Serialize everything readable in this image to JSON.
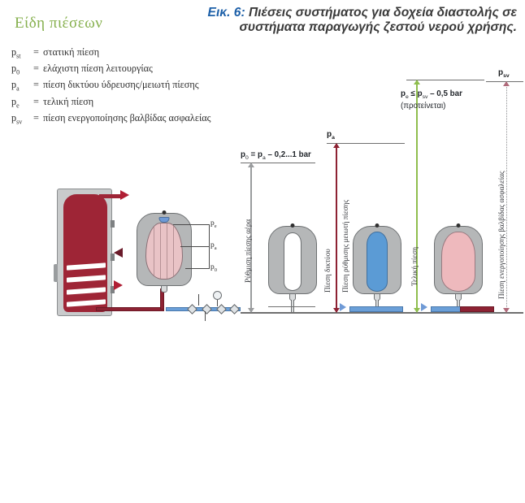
{
  "heading": "Είδη πιέσεων",
  "title": {
    "figure_label": "Εικ. 6:",
    "text": "Πιέσεις συστήματος για δοχεία διαστολής σε συστήματα παραγωγής ζεστού νερού χρήσης."
  },
  "legend": {
    "items": [
      {
        "symbol": "p",
        "sub": "st",
        "eq": "=",
        "text": "στατική πίεση"
      },
      {
        "symbol": "p",
        "sub": "0",
        "eq": "=",
        "text": "ελάχιστη πίεση λειτουργίας"
      },
      {
        "symbol": "p",
        "sub": "a",
        "eq": "=",
        "text": "πίεση δικτύου ύδρευσης/μειωτή πίεσης"
      },
      {
        "symbol": "p",
        "sub": "e",
        "eq": "=",
        "text": "τελική πίεση"
      },
      {
        "symbol": "p",
        "sub": "sv",
        "eq": "=",
        "text": "πίεση ενεργοποίησης βαλβίδας ασφαλείας"
      }
    ]
  },
  "detail": {
    "callouts": [
      {
        "symbol": "p",
        "sub": "e"
      },
      {
        "symbol": "p",
        "sub": "a"
      },
      {
        "symbol": "p",
        "sub": "0"
      }
    ]
  },
  "columns": [
    {
      "id": "air-precharge",
      "formula": "p0 = pa - 0,2...1 bar",
      "formula_parts": {
        "lhs_sym": "p",
        "lhs_sub": "0",
        "op1": "=",
        "rhs_sym": "p",
        "rhs_sub": "a",
        "tail": "– 0,2...1 bar"
      },
      "vertical_label": "Ρύθμιση πίεσης αέρα",
      "top_label": "",
      "dim_color": "#9a9c9e",
      "bladder_state": "empty",
      "bladder_color": "#ffffff"
    },
    {
      "id": "mains-pressure",
      "formula": "",
      "vertical_label": "Πίεση δικτύου",
      "vertical_label_2": "Πίεση ρύθμισης μειωτή πίεσης",
      "top_label_sym": "p",
      "top_label_sub": "a",
      "dim_color": "#8d2233",
      "bladder_state": "water",
      "bladder_color": "#5b9bd5"
    },
    {
      "id": "final-pressure",
      "formula": "",
      "vertical_label": "Τελική πίεση",
      "top_label": "",
      "dim_color": "#8fbe4e",
      "bladder_state": "expanded",
      "bladder_color": "#eeb9bd"
    },
    {
      "id": "safety-valve",
      "formula_line1": "pe ≤ psv – 0,5 bar",
      "formula_line2": "(προτείνεται)",
      "formula_parts": {
        "lhs_sym": "p",
        "lhs_sub": "e",
        "op": "≤",
        "rhs_sym": "p",
        "rhs_sub": "sv",
        "tail": "– 0,5 bar"
      },
      "note": "(προτείνεται)",
      "vertical_label": "Πίεση ενεργοποίησης βαλβίδας ασφαλείας",
      "top_label_sym": "p",
      "top_label_sub": "sv",
      "dim_color": "#b06a7a"
    }
  ],
  "colors": {
    "heading_green": "#86b04e",
    "title_blue": "#1c5fa8",
    "tank_red": "#9e2536",
    "vessel_gray": "#b5b7b8",
    "water_blue": "#5b9bd5",
    "membrane_pink": "#eeb9bd",
    "ground_gray": "#6f6f6f"
  }
}
